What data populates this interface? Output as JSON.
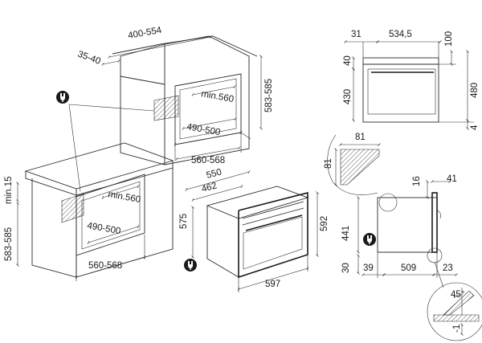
{
  "column_installation": {
    "depth_range": "400-554",
    "rear_gap": "35-40",
    "niche_height": "583-585",
    "niche_width": "560-568",
    "cutout_width": "490-500",
    "min_depth": "min.560"
  },
  "under_counter_installation": {
    "min_gap": "min.15",
    "niche_height": "583-585",
    "niche_width": "560-568",
    "cutout_width": "490-500",
    "min_depth": "min.560"
  },
  "oven_dimensions": {
    "depth": "550",
    "body_depth": "462",
    "width": "597",
    "height": "592",
    "body_height": "575"
  },
  "top_view": {
    "left_offset": "31",
    "inner_width": "534,5",
    "right_offset": "100",
    "top_step": "40",
    "body_height": "430",
    "total_height": "480",
    "bottom_gap": "4"
  },
  "corner_detail": {
    "width": "81",
    "height": "81"
  },
  "side_view": {
    "top_gap": "16",
    "door_depth": "41",
    "body_height": "441",
    "base_height": "30",
    "front_offset": "39",
    "body_depth": "509",
    "handle_depth": "23"
  },
  "door_detail": {
    "angle": "45°",
    "offset": "-1"
  },
  "icons": [
    "power-plug-icon"
  ]
}
